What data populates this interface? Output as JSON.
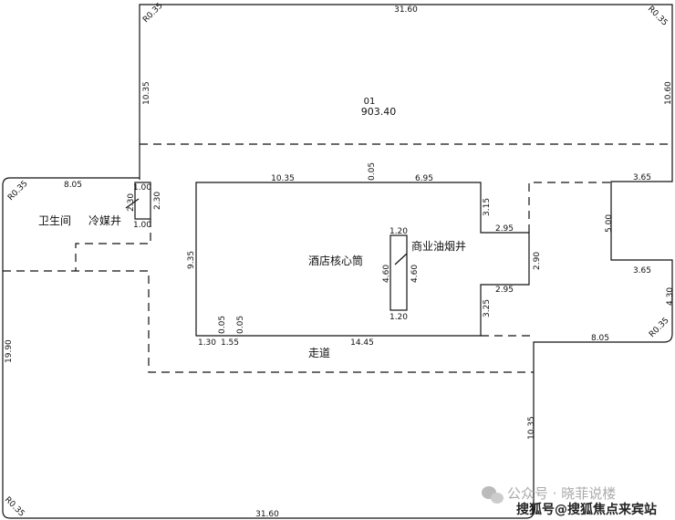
{
  "plan": {
    "zone_id": "01",
    "zone_area": "903.40",
    "rooms": {
      "toilet": "卫生间",
      "chiller_shaft": "冷媒井",
      "core": "酒店核心筒",
      "kitchen_exhaust": "商业油烟井",
      "corridor": "走道"
    },
    "dims": {
      "top_width": "31.60",
      "bottom_width": "31.60",
      "r_tl": "R0.35",
      "r_tr": "R0.35",
      "r_left": "R0.35",
      "r_bl": "R0.35",
      "r_br": "R0.35",
      "top_left_h": "10.35",
      "top_right_h": "10.60",
      "left_top_w": "8.05",
      "shaft_top": "1.00",
      "shaft_bot": "1.00",
      "shaft_l": "2.30",
      "shaft_r": "2.30",
      "core_left_h": "9.35",
      "core_top_a": "10.35",
      "core_gap": "0.05",
      "core_top_b": "6.95",
      "core_r1": "3.15",
      "core_notch_top": "2.95",
      "core_notch_h": "2.90",
      "core_notch_bot": "2.95",
      "core_r2": "3.25",
      "core_bot": "14.45",
      "core_bl_a": "1.30",
      "core_bl_b": "1.55",
      "core_gap2": "0.05",
      "core_gap3": "0.05",
      "ke_top": "1.20",
      "ke_bot": "1.20",
      "ke_l": "4.60",
      "ke_r": "4.60",
      "right_top_w": "3.65",
      "right_step_h": "5.00",
      "right_bot_w": "3.65",
      "right_low_h": "4.30",
      "right_bottom_w": "8.05",
      "lower_right_h": "10.35",
      "left_h": "19.90"
    }
  },
  "watermark": {
    "line1": "公众号 · 晓菲说楼",
    "line2": "搜狐号@搜狐焦点来宾站"
  }
}
